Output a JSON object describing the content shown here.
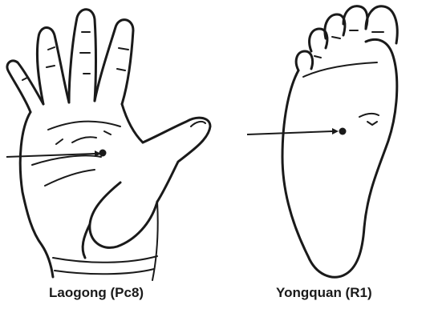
{
  "figures": [
    {
      "name": "hand",
      "caption": "Laogong (Pc8)"
    },
    {
      "name": "foot",
      "caption": "Yongquan (R1)"
    }
  ],
  "icons": [
    "hand-palm-illustration",
    "foot-sole-illustration",
    "pointer-arrow",
    "acupoint-dot"
  ],
  "colors": {
    "ink": "#1a1a1a",
    "background": "#ffffff"
  }
}
